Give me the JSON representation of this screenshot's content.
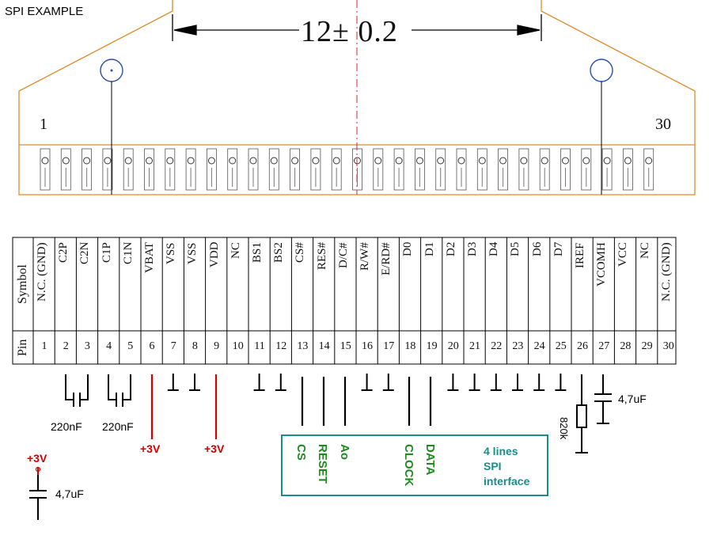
{
  "title": "SPI  EXAMPLE",
  "dimension": "12± 0.2",
  "connector": {
    "first_pin": "1",
    "last_pin": "30"
  },
  "table": {
    "symbol_header": "Symbol",
    "pin_header": "Pin",
    "pins": [
      {
        "pin": "1",
        "symbol": "N.C. (GND)"
      },
      {
        "pin": "2",
        "symbol": "C2P"
      },
      {
        "pin": "3",
        "symbol": "C2N"
      },
      {
        "pin": "4",
        "symbol": "C1P"
      },
      {
        "pin": "5",
        "symbol": "C1N"
      },
      {
        "pin": "6",
        "symbol": "VBAT"
      },
      {
        "pin": "7",
        "symbol": "VSS"
      },
      {
        "pin": "8",
        "symbol": "VSS"
      },
      {
        "pin": "9",
        "symbol": "VDD"
      },
      {
        "pin": "10",
        "symbol": "NC"
      },
      {
        "pin": "11",
        "symbol": "BS1"
      },
      {
        "pin": "12",
        "symbol": "BS2"
      },
      {
        "pin": "13",
        "symbol": "CS#"
      },
      {
        "pin": "14",
        "symbol": "RES#"
      },
      {
        "pin": "15",
        "symbol": "D/C#"
      },
      {
        "pin": "16",
        "symbol": "R/W#"
      },
      {
        "pin": "17",
        "symbol": "E/RD#"
      },
      {
        "pin": "18",
        "symbol": "D0"
      },
      {
        "pin": "19",
        "symbol": "D1"
      },
      {
        "pin": "20",
        "symbol": "D2"
      },
      {
        "pin": "21",
        "symbol": "D3"
      },
      {
        "pin": "22",
        "symbol": "D4"
      },
      {
        "pin": "23",
        "symbol": "D5"
      },
      {
        "pin": "24",
        "symbol": "D6"
      },
      {
        "pin": "25",
        "symbol": "D7"
      },
      {
        "pin": "26",
        "symbol": "IREF"
      },
      {
        "pin": "27",
        "symbol": "VCOMH"
      },
      {
        "pin": "28",
        "symbol": "VCC"
      },
      {
        "pin": "29",
        "symbol": "NC"
      },
      {
        "pin": "30",
        "symbol": "N.C. (GND)"
      }
    ]
  },
  "components": {
    "cap_c2": "220nF",
    "cap_c1": "220nF",
    "vbat_supply": "+3V",
    "vdd_supply": "+3V",
    "vcomh_cap": "4,7uF",
    "iref_resistor": "820k",
    "vcc_supply": "+3V",
    "vcc_cap": "4,7uF"
  },
  "spi_interface": {
    "signals": [
      "CS",
      "RESET",
      "Ao",
      "CLOCK",
      "DATA"
    ],
    "label": "4 lines\nSPI\ninterface"
  },
  "colors": {
    "outline": "#e08a2c",
    "power": "#d40000",
    "signal": "#1f8a1f",
    "interface_box": "#1a8c8c"
  }
}
